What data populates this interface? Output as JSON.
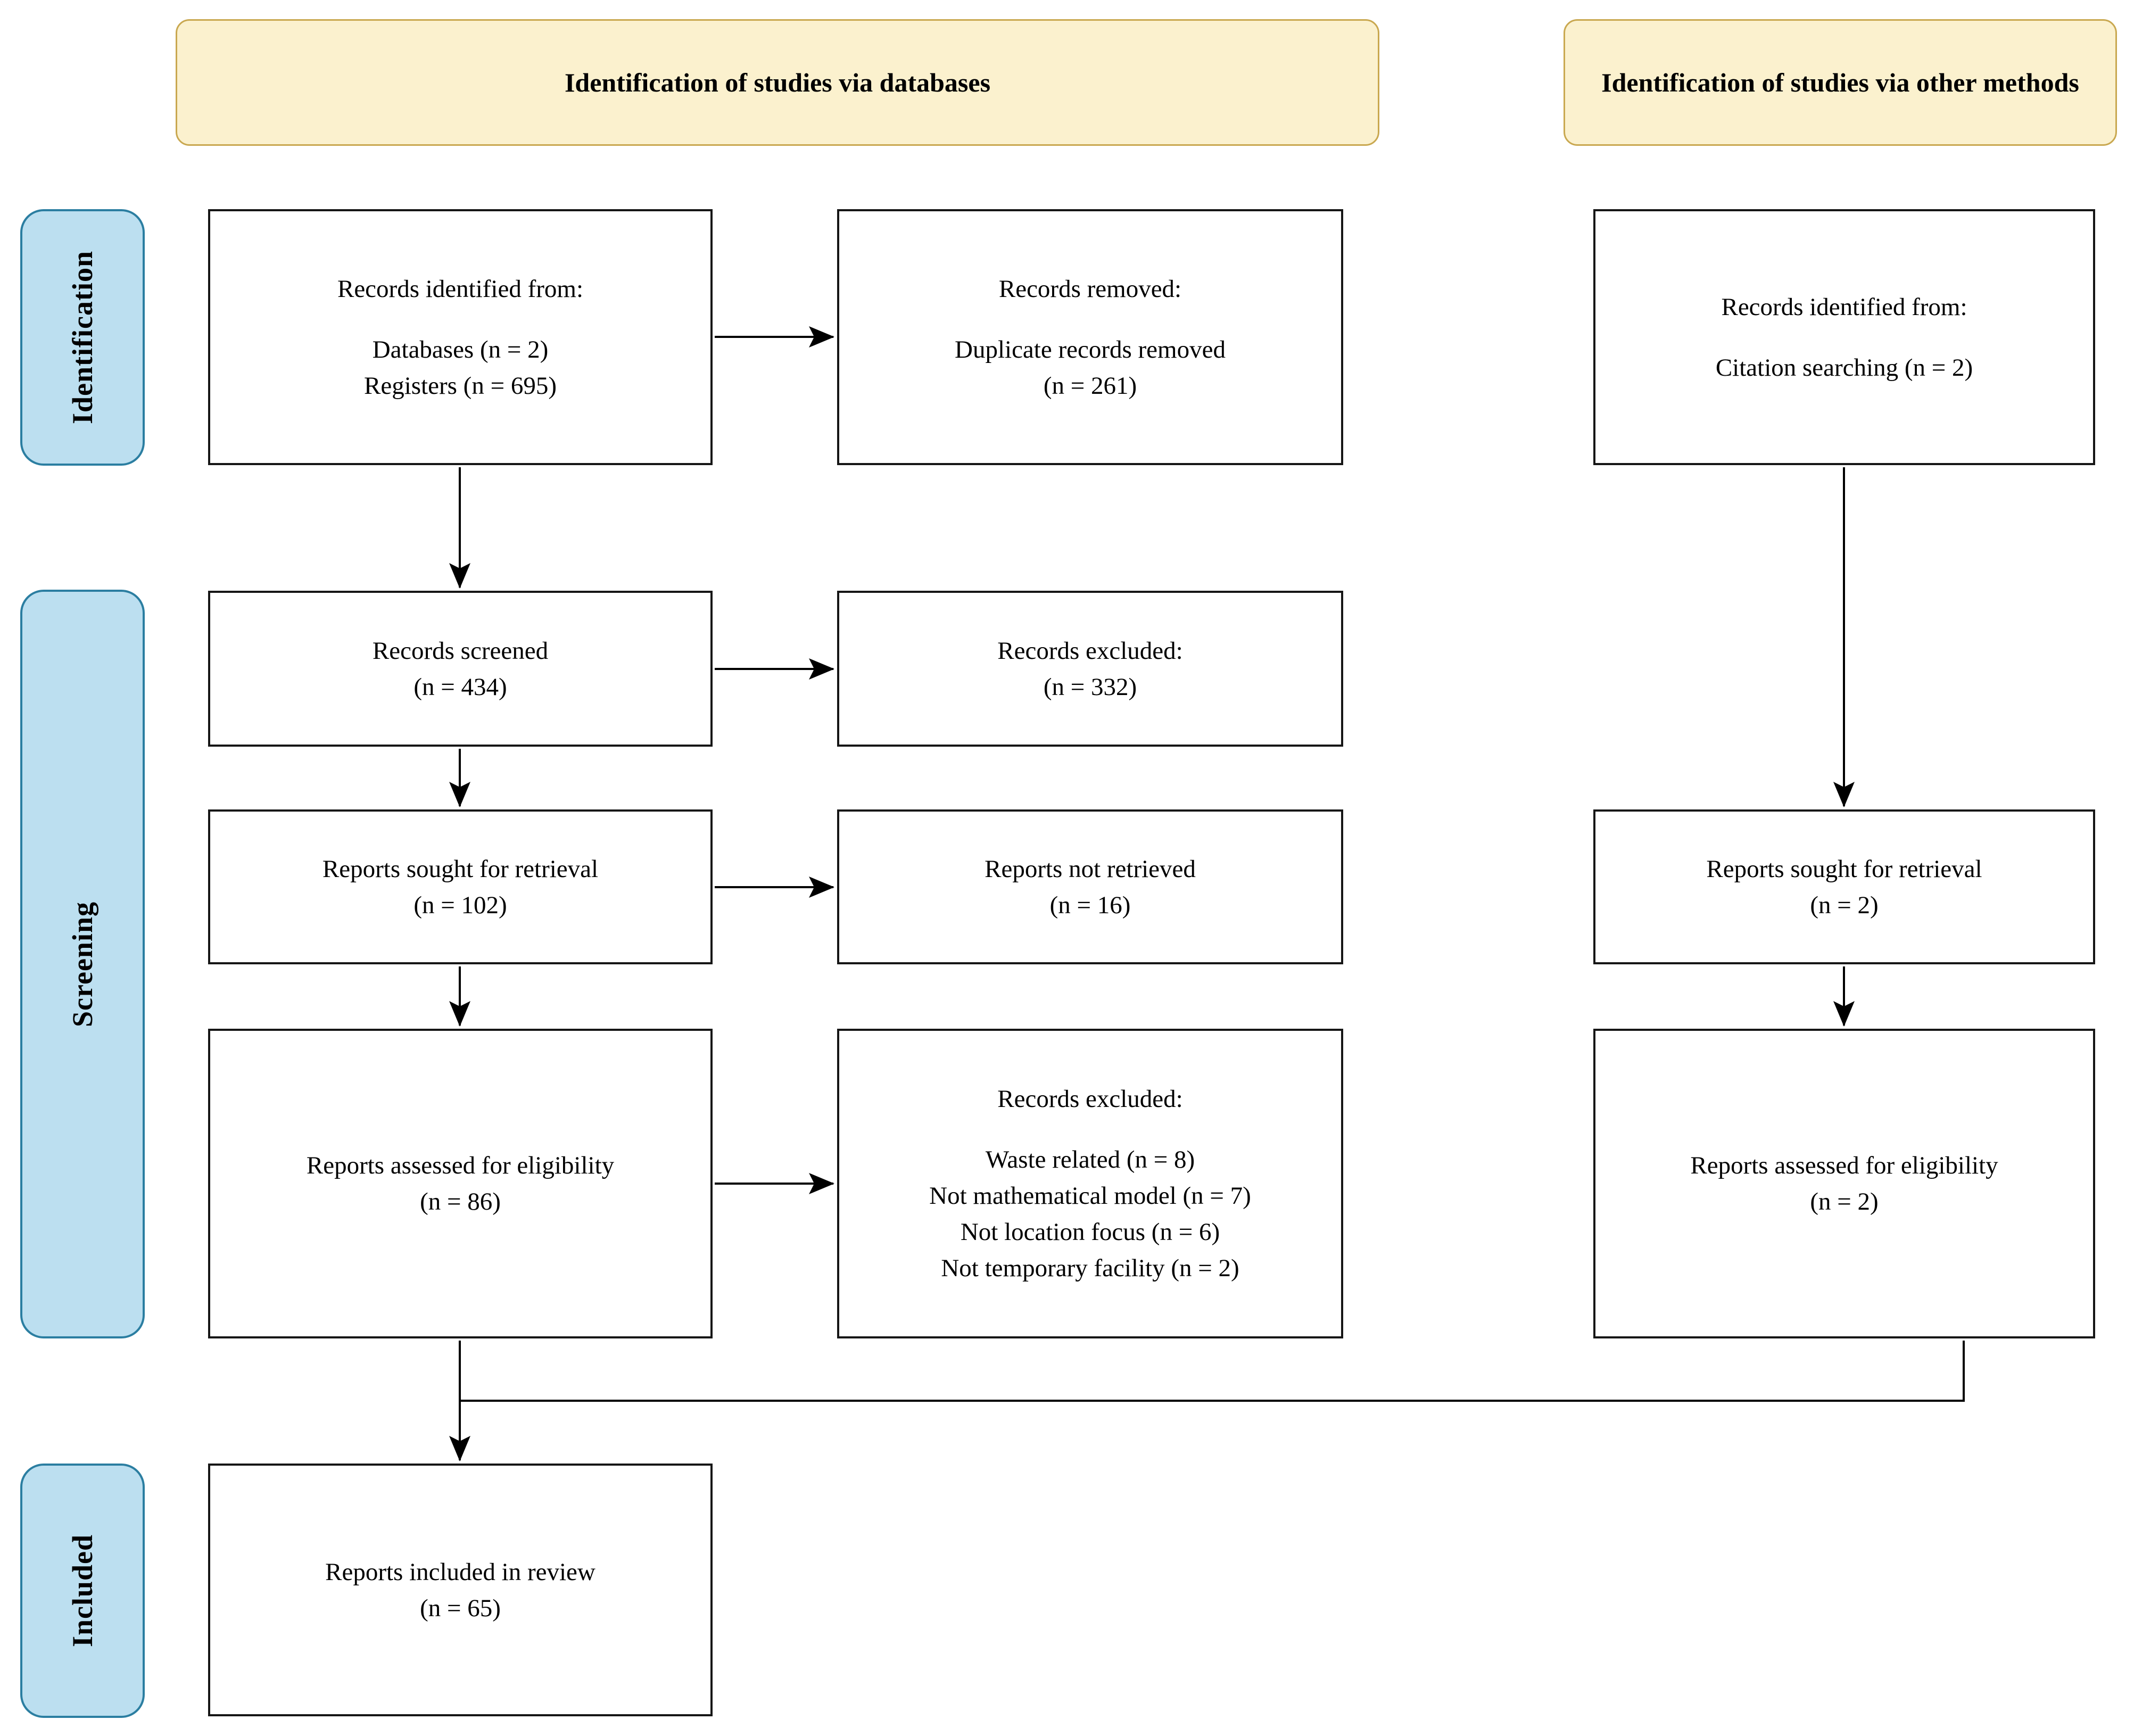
{
  "diagram": {
    "headers": {
      "databases": "Identification of studies via databases",
      "other_methods": "Identification of studies via other methods"
    },
    "sidebar": {
      "identification": "Identification",
      "screening": "Screening",
      "included": "Included"
    },
    "colors": {
      "header_fill": "#FBF1CE",
      "header_border": "#C9A850",
      "sidebar_fill": "#BCDFF0",
      "sidebar_border": "#2B7EA1",
      "node_fill": "#FFFFFF",
      "node_border": "#161616",
      "arrow": "#000000"
    },
    "nodes": {
      "records_identified_databases": {
        "lines": [
          "Records identified from:",
          "",
          "Databases (n = 2)",
          "Registers (n = 695)"
        ]
      },
      "records_removed": {
        "lines": [
          "Records removed:",
          "",
          "Duplicate records removed",
          "(n = 261)"
        ]
      },
      "records_identified_other": {
        "lines": [
          "Records identified from:",
          "",
          "Citation searching (n = 2)"
        ]
      },
      "records_screened": {
        "lines": [
          "Records screened",
          "(n = 434)"
        ]
      },
      "records_excluded": {
        "lines": [
          "Records excluded:",
          "(n = 332)"
        ]
      },
      "reports_sought_databases": {
        "lines": [
          "Reports sought for retrieval",
          "(n = 102)"
        ]
      },
      "reports_not_retrieved": {
        "lines": [
          "Reports not retrieved",
          "(n = 16)"
        ]
      },
      "reports_sought_other": {
        "lines": [
          "Reports sought for retrieval",
          "(n = 2)"
        ]
      },
      "reports_assessed_databases": {
        "lines": [
          "Reports assessed for eligibility",
          "(n = 86)"
        ]
      },
      "reports_excluded_reasons": {
        "lines": [
          "Records excluded:",
          "",
          "Waste related (n = 8)",
          "Not mathematical model (n = 7)",
          "Not location focus (n = 6)",
          "Not temporary facility (n = 2)"
        ]
      },
      "reports_assessed_other": {
        "lines": [
          "Reports assessed for eligibility",
          "(n = 2)"
        ]
      },
      "reports_included": {
        "lines": [
          "Reports included in review",
          "(n = 65)"
        ]
      }
    }
  }
}
